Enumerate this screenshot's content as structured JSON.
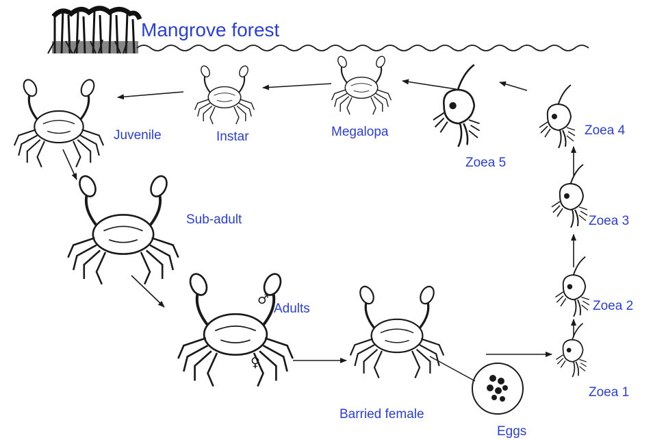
{
  "title": "Mangrove forest",
  "stages": {
    "juvenile": "Juvenile",
    "instar": "Instar",
    "megalopa": "Megalopa",
    "zoea5": "Zoea 5",
    "zoea4": "Zoea 4",
    "zoea3": "Zoea 3",
    "zoea2": "Zoea 2",
    "zoea1": "Zoea 1",
    "eggs": "Eggs",
    "barried_female": "Barried female",
    "adults": "Adults",
    "sub_adult": "Sub-adult"
  },
  "symbols": {
    "male": "♂",
    "female": "♀"
  },
  "colors": {
    "label": "#2a3fd6",
    "ink": "#1a1a1a",
    "background": "#ffffff"
  }
}
